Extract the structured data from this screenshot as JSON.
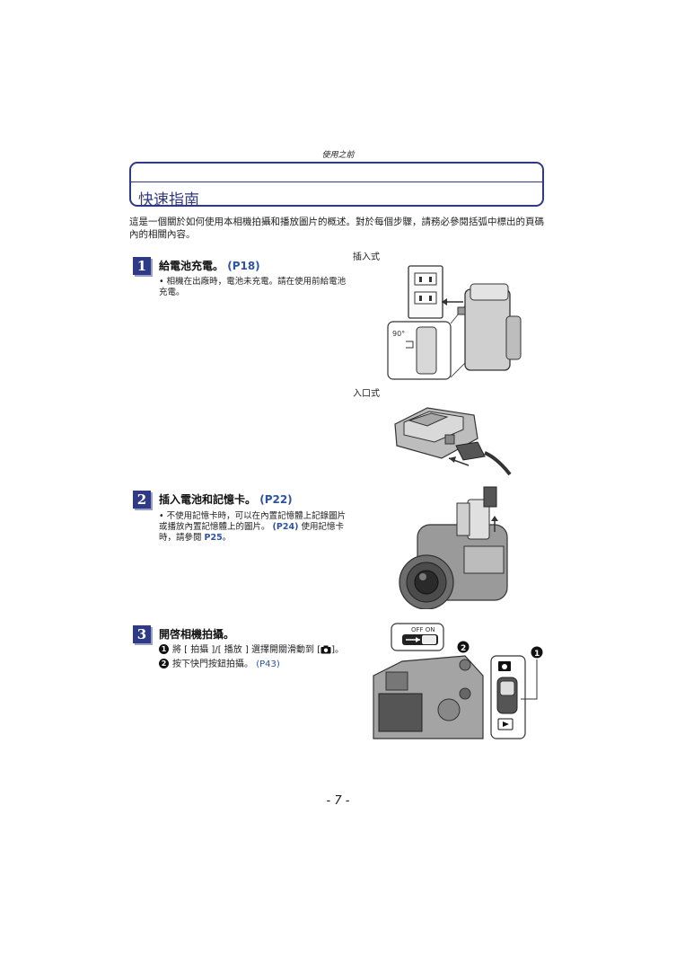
{
  "header": {
    "section": "使用之前"
  },
  "title": "快速指南",
  "intro": "這是一個關於如何使用本相機拍攝和播放圖片的概述。對於每個步驟，請務必參閱括弧中標出的頁碼內的相關內容。",
  "figures": {
    "plug_in": "插入式",
    "inlet": "入口式",
    "switch_off_on": "OFF  ON",
    "angle": "90°"
  },
  "steps": [
    {
      "num": "1",
      "title": "給電池充電。",
      "ref": "(P18)",
      "bullet": "相機在出廠時，電池未充電。請在使用前給電池充電。"
    },
    {
      "num": "2",
      "title": "插入電池和記憶卡。",
      "ref": "(P22)",
      "bullet_a": "不使用記憶卡時，可以在內置記憶體上記錄圖片或播放內置記憶體上的圖片。",
      "bullet_ref1": "(P24)",
      "bullet_b": "使用記憶卡時，請參閱",
      "bullet_ref2": "P25",
      "bullet_c": "。"
    },
    {
      "num": "3",
      "title": "開啓相機拍攝。",
      "item1_num": "1",
      "item1": "將 [ 拍攝 ]/[ 播放 ] 選擇開關滑動到 [",
      "item1_end": "]。",
      "item2_num": "2",
      "item2": "按下快門按鈕拍攝。",
      "item2_ref": "(P43)"
    }
  ],
  "page_number": "- 7 -"
}
